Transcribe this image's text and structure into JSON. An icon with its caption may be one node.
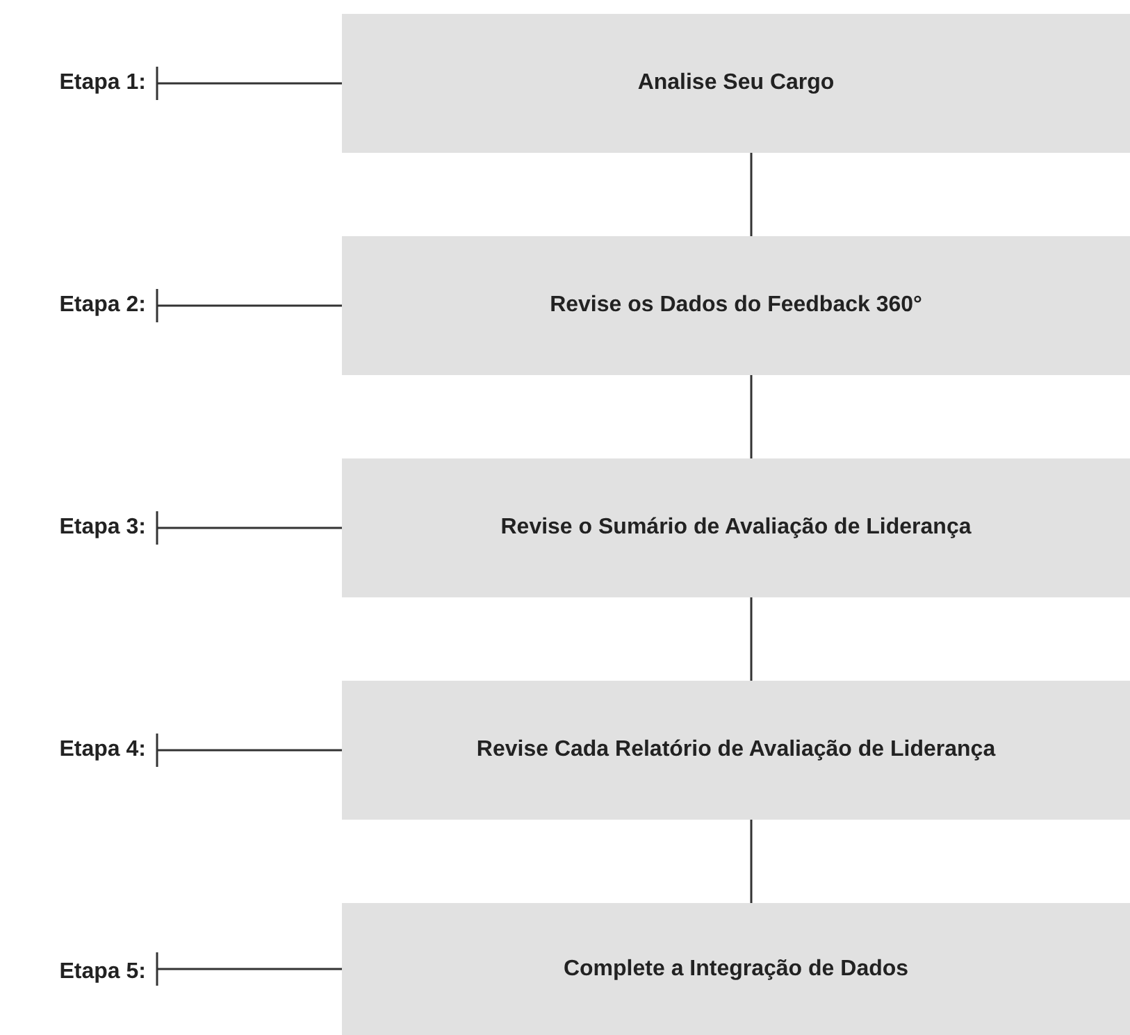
{
  "diagram": {
    "nodes": [
      {
        "text": [
          "Etapa 1:"
        ]
      },
      {
        "text": [
          "Analise Seu Cargo"
        ]
      },
      {
        "text": [
          "Etapa 2:"
        ]
      },
      {
        "text": [
          "Revise os Dados do Feedback 360°"
        ]
      },
      {
        "text": [
          "Etapa 3:"
        ]
      },
      {
        "text": [
          "Revise o Sumário de Avaliação de Liderança"
        ]
      },
      {
        "text": [
          "Etapa 4:"
        ]
      },
      {
        "text": [
          "Revise Cada Relatório de Avaliação de Liderança"
        ]
      },
      {
        "text": [
          "Etapa 5:"
        ]
      },
      {
        "text": [
          "Complete a Integração de Dados"
        ]
      }
    ],
    "edges": [
      {
        "from": 0,
        "to": 1,
        "arrow": "other"
      },
      {
        "from": 1,
        "to": 3,
        "arrow": "none"
      },
      {
        "from": 2,
        "to": 3,
        "arrow": "other"
      },
      {
        "from": 3,
        "to": 5,
        "arrow": "none"
      },
      {
        "from": 4,
        "to": 5,
        "arrow": "other"
      },
      {
        "from": 5,
        "to": 7,
        "arrow": "none"
      },
      {
        "from": 6,
        "to": 7,
        "arrow": "other"
      },
      {
        "from": 7,
        "to": 9,
        "arrow": "none"
      },
      {
        "from": 8,
        "to": 9,
        "arrow": "other"
      }
    ]
  }
}
